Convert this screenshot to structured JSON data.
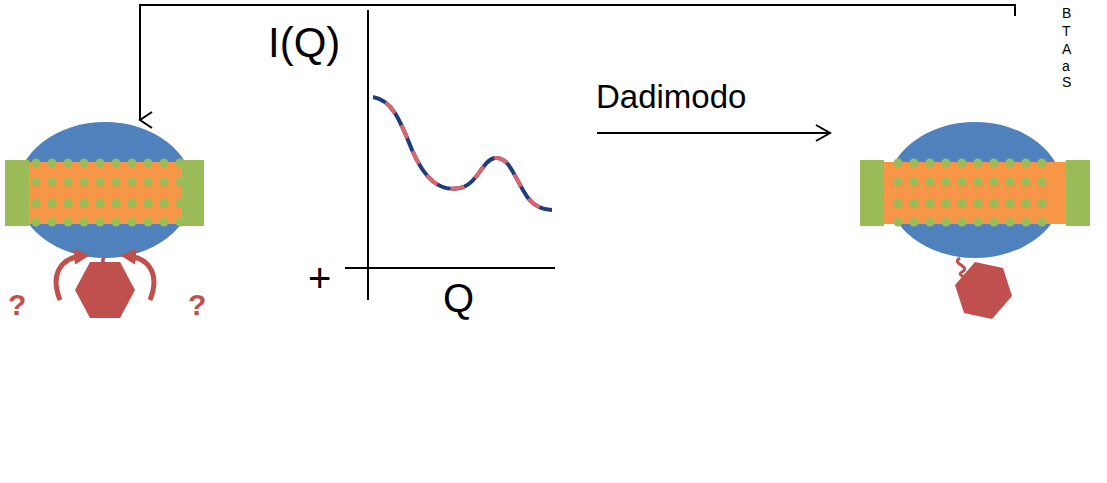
{
  "diagram": {
    "labels": [
      "I(Q)",
      "+",
      "Q",
      "Dadimodo",
      "?",
      "?",
      "B",
      "T",
      "A",
      "a",
      "S"
    ]
  }
}
